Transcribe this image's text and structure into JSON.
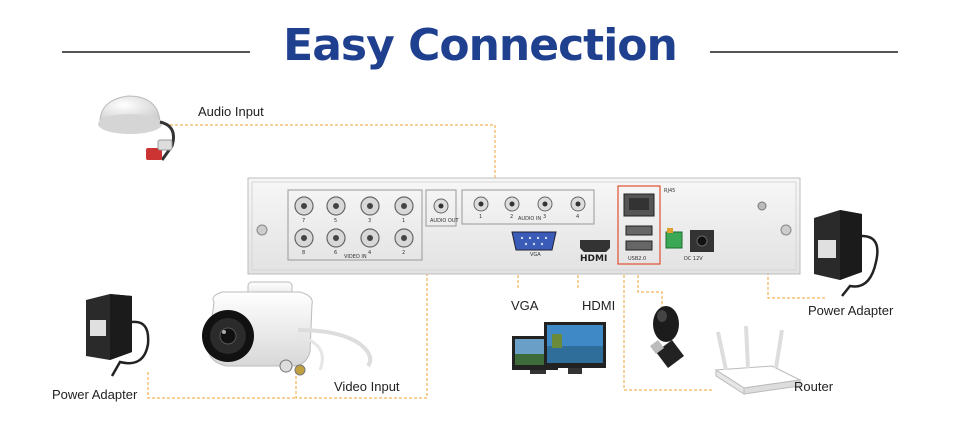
{
  "heading": "Easy Connection",
  "labels": {
    "audio_input": "Audio Input",
    "vga": "VGA",
    "hdmi": "HDMI",
    "video_input": "Video Input",
    "power_adapter_left": "Power Adapter",
    "power_adapter_right": "Power Adapter",
    "router": "Router"
  },
  "panel": {
    "video_in": "VIDEO IN",
    "audio_out": "AUDIO OUT",
    "audio_in": "AUDIO IN",
    "vga": "VGA",
    "hdmi_logo": "HDMI",
    "rj45": "RJ45",
    "usb": "USB2.0",
    "dc": "DC 12V",
    "bnc_top": [
      "7",
      "5",
      "3",
      "1"
    ],
    "bnc_bottom": [
      "8",
      "6",
      "4",
      "2"
    ],
    "audio_in_nums": [
      "1",
      "2",
      "3",
      "4"
    ]
  },
  "colors": {
    "heading": "#1f3f8f",
    "connector_line": "#f0a030",
    "rule": "#555555",
    "device_body": "#eeeeee",
    "port_highlight": "#e05030"
  }
}
